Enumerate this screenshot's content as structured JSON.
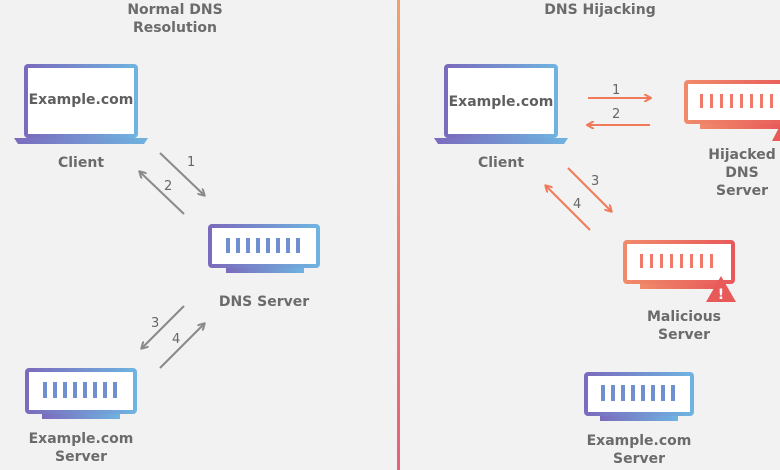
{
  "left": {
    "title_line1": "Normal DNS",
    "title_line2": "Resolution",
    "client_screen": "Example.com",
    "client_label": "Client",
    "dns_server_label": "DNS Server",
    "server_label_line1": "Example.com",
    "server_label_line2": "Server",
    "steps": [
      "1",
      "2",
      "3",
      "4"
    ]
  },
  "right": {
    "title": "DNS Hijacking",
    "client_screen": "Example.com",
    "client_label": "Client",
    "hijacked_line1": "Hijacked",
    "hijacked_line2": "DNS",
    "hijacked_line3": "Server",
    "malicious_line1": "Malicious",
    "malicious_line2": "Server",
    "server_label_line1": "Example.com",
    "server_label_line2": "Server",
    "steps": [
      "1",
      "2",
      "3",
      "4"
    ]
  },
  "icons": {
    "warning_symbol": "!"
  },
  "colors": {
    "background": "#f2f2f2",
    "normal_gradient_start": "#7b6bbd",
    "normal_gradient_end": "#6fb3e0",
    "hijack_gradient_start": "#f08a6a",
    "hijack_gradient_end": "#e85a5a",
    "arrow_gray": "#8a8a8a",
    "arrow_red": "#f07a5a",
    "divider_top": "#f3a06a",
    "divider_bottom": "#e8607a"
  }
}
